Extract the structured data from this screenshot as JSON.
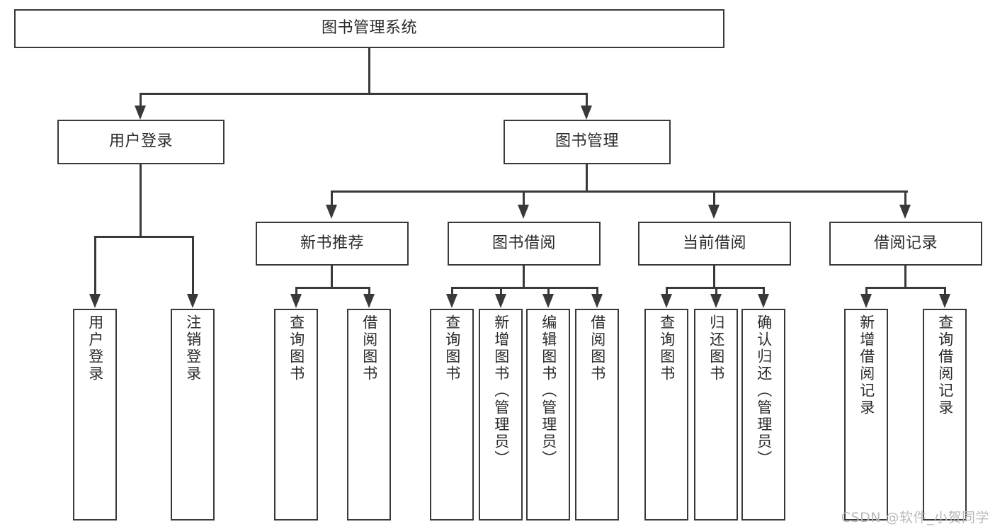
{
  "diagram": {
    "title": "图书管理系统",
    "type": "tree",
    "orientation": "top-down",
    "colors": {
      "box_border": "#393939",
      "box_fill": "#FFFFFF",
      "connector": "#393939",
      "text": "#2B2B2B",
      "watermark": "#B9B9B9",
      "background": "#FFFFFF"
    },
    "root": {
      "label": "图书管理系统"
    },
    "level1": [
      {
        "label": "用户登录"
      },
      {
        "label": "图书管理"
      }
    ],
    "level2": [
      {
        "label": "新书推荐"
      },
      {
        "label": "图书借阅"
      },
      {
        "label": "当前借阅"
      },
      {
        "label": "借阅记录"
      }
    ],
    "leaves": {
      "user_login": [
        {
          "label": "用户登录"
        },
        {
          "label": "注销登录"
        }
      ],
      "new_book_recommend": [
        {
          "label": "查询图书"
        },
        {
          "label": "借阅图书"
        }
      ],
      "book_borrow": [
        {
          "label": "查询图书"
        },
        {
          "label": "新增图书（管理员）"
        },
        {
          "label": "编辑图书（管理员）"
        },
        {
          "label": "借阅图书"
        }
      ],
      "current_borrow": [
        {
          "label": "查询图书"
        },
        {
          "label": "归还图书"
        },
        {
          "label": "确认归还（管理员）"
        }
      ],
      "borrow_record": [
        {
          "label": "新增借阅记录"
        },
        {
          "label": "查询借阅记录"
        }
      ]
    }
  },
  "watermark": {
    "text": "CSDN @软件_小贺同学"
  }
}
